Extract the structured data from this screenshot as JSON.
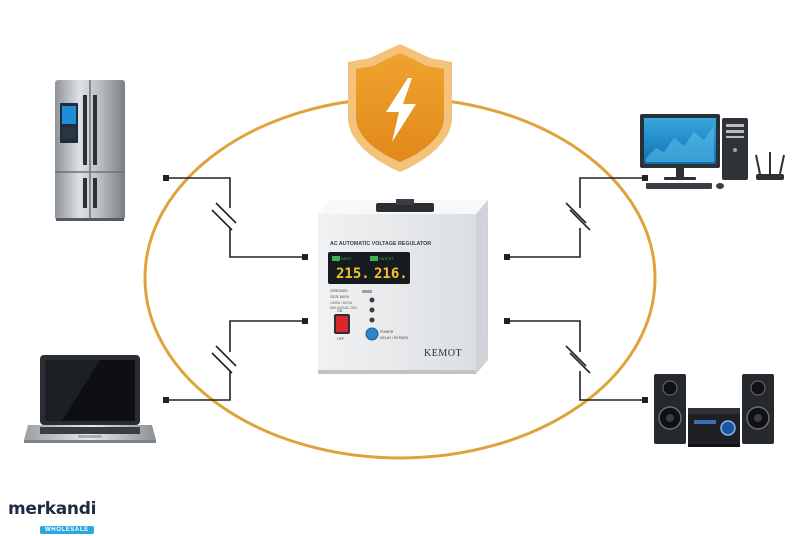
{
  "regulator": {
    "title": "AC AUTOMATIC VOLTAGE REGULATOR",
    "input_voltage": "215.",
    "output_voltage": "216.",
    "input_tag": "INPUT",
    "output_tag": "OUTPUT",
    "model_line1": "GRE5400",
    "model_line2": "SCR-500V",
    "model_line3": "1000W / 500VA",
    "model_line4": "SINUSOIDAL 230V",
    "indicator_1": "POWER",
    "indicator_2": "DELAY / BYPASS",
    "switch_on": "ON",
    "switch_off": "OFF",
    "logo": "KEMOT"
  },
  "brand": {
    "name": "merkandi",
    "badge": "WHOLESALE"
  },
  "colors": {
    "ring": "#e0a33c",
    "shield": "#e99a24",
    "shield_border": "#f4c27a",
    "wire": "#222222",
    "lcd_text": "#f2c230",
    "lcd_tag": "#3fb34f",
    "switch": "#d9272e"
  },
  "icons": [
    "shield-lightning-icon",
    "refrigerator-icon",
    "laptop-icon",
    "desktop-computer-icon",
    "wifi-router-icon",
    "stereo-system-icon",
    "voltage-regulator-icon"
  ]
}
